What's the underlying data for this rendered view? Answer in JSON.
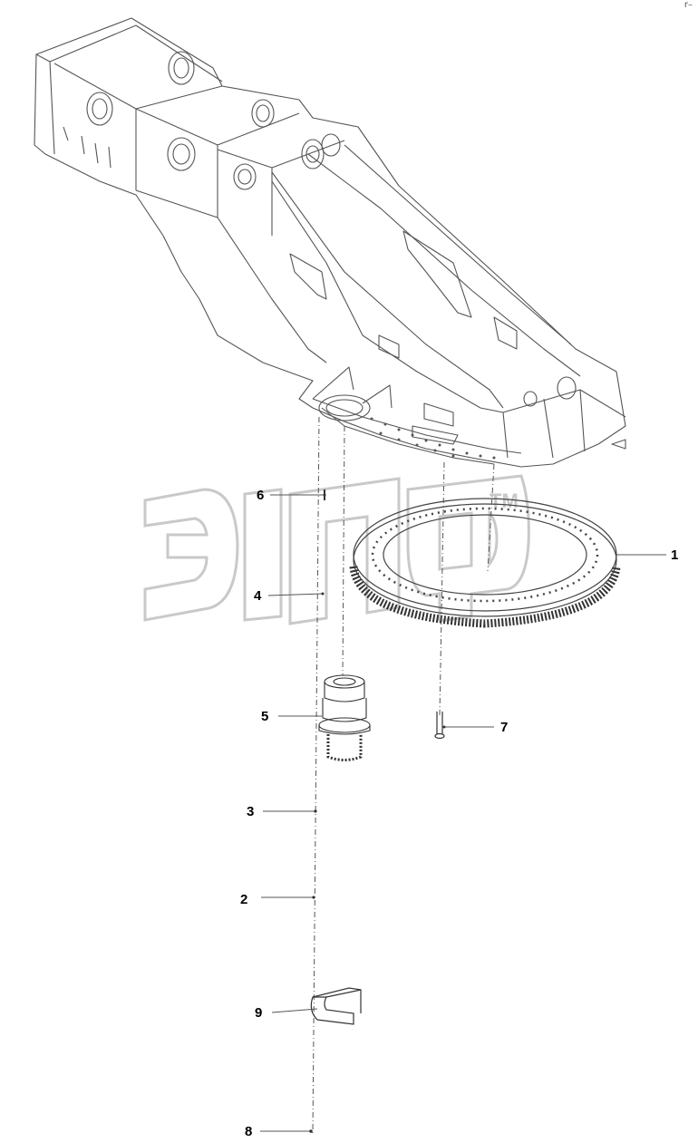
{
  "diagram": {
    "corner_mark": "r–",
    "watermark_tm": "TM",
    "callouts": [
      {
        "id": "1",
        "label": "1"
      },
      {
        "id": "2",
        "label": "2"
      },
      {
        "id": "3",
        "label": "3"
      },
      {
        "id": "4",
        "label": "4"
      },
      {
        "id": "5",
        "label": "5"
      },
      {
        "id": "6",
        "label": "6"
      },
      {
        "id": "7",
        "label": "7"
      },
      {
        "id": "8",
        "label": "8"
      },
      {
        "id": "9",
        "label": "9"
      }
    ]
  },
  "colors": {
    "line": "#555555",
    "watermark": "#c8c8c8",
    "dark": "#222222"
  }
}
